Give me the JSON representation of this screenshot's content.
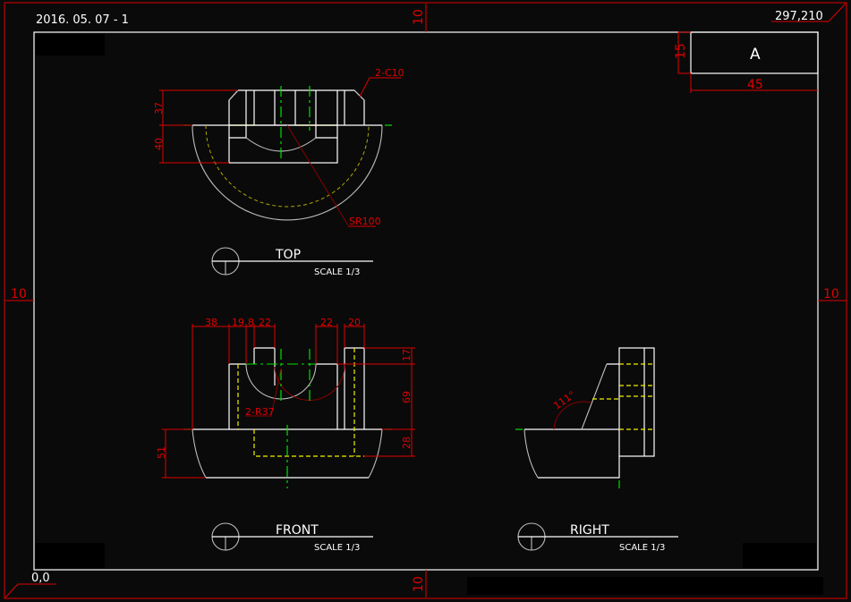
{
  "sheet": {
    "date_label": "2016. 05. 07 - 1",
    "corner_top_right": "297,210",
    "corner_bottom_left": "0,0",
    "margin_top": "10",
    "margin_bottom": "10",
    "margin_left": "10",
    "margin_right": "10"
  },
  "title_block": {
    "letter": "A",
    "height_dim": "15",
    "width_dim": "45"
  },
  "views": {
    "top": {
      "title": "TOP",
      "scale": "SCALE 1/3",
      "dims": {
        "h1": "37",
        "h2": "40",
        "chamfer": "2-C10",
        "radius": "SR100"
      }
    },
    "front": {
      "title": "FRONT",
      "scale": "SCALE 1/3",
      "dims": {
        "d1": "38",
        "d2": "19",
        "d3": "8",
        "d4": "22",
        "d5": "22",
        "d6": "20",
        "v1": "17",
        "v2": "69",
        "v3": "28",
        "v4": "51",
        "radius": "2-R37"
      }
    },
    "right": {
      "title": "RIGHT",
      "scale": "SCALE 1/3",
      "dims": {
        "angle": "111°"
      }
    }
  },
  "colors": {
    "background": "#0a0a0a",
    "outline": "#ffffff",
    "dimension": "#e00000",
    "hidden": "#f0f000",
    "center": "#00e000"
  }
}
